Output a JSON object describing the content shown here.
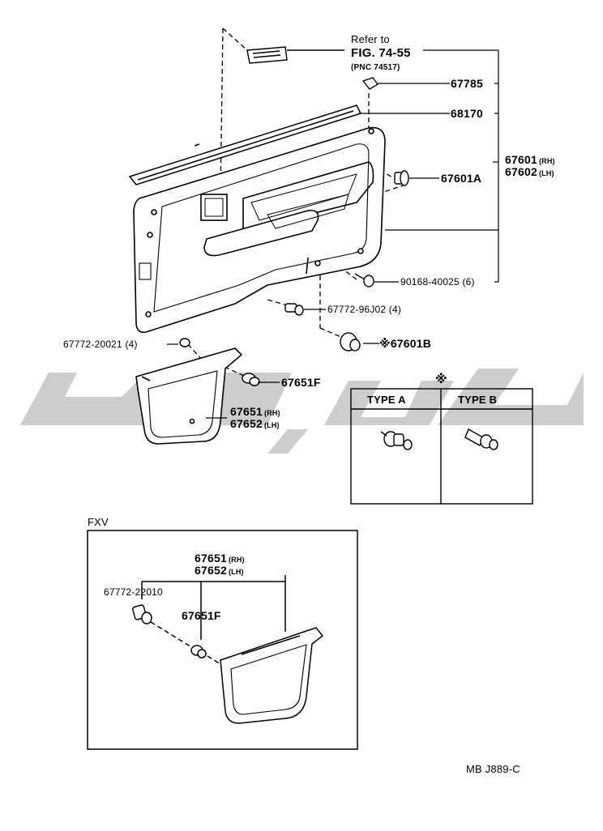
{
  "refer": {
    "line1": "Refer to",
    "line2": "FIG. 74-55",
    "line3": "(PNC 74517)"
  },
  "parts": {
    "p67785": "67785",
    "p68170": "68170",
    "p67601": "67601",
    "p67602": "67602",
    "rh": "(RH)",
    "lh": "(LH)",
    "p67601A": "67601A",
    "p90168": "90168-40025 (6)",
    "p67772_96J02": "67772-96J02 (4)",
    "p67772_20021": "67772-20021 (4)",
    "p67601B": "67601B",
    "p67651F": "67651F",
    "p67651": "67651",
    "p67652": "67652",
    "mark": "※"
  },
  "type_table": {
    "headers": [
      "TYPE A",
      "TYPE B"
    ]
  },
  "fxv": {
    "title": "FXV",
    "p67651": "67651",
    "p67652": "67652",
    "rh": "(RH)",
    "lh": "(LH)",
    "p67772_22010": "67772-22010",
    "p67651F": "67651F"
  },
  "footer_code": "MB  J889-C",
  "colors": {
    "line": "#000000",
    "watermark": "#c8c8c8"
  }
}
